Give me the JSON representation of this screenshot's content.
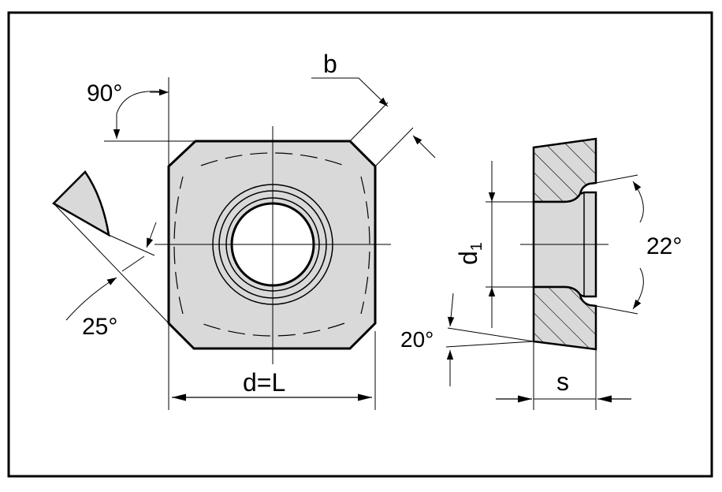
{
  "labels": {
    "angle_90": "90°",
    "angle_25": "25°",
    "chamfer_b": "b",
    "diameter_length": "d=L",
    "bore_d1_main": "d",
    "bore_d1_sub": "1",
    "angle_22": "22°",
    "angle_20": "20°",
    "thickness_s": "s"
  },
  "colors": {
    "insert_fill": "#d9d9d9",
    "line": "#000000",
    "background": "#ffffff"
  }
}
